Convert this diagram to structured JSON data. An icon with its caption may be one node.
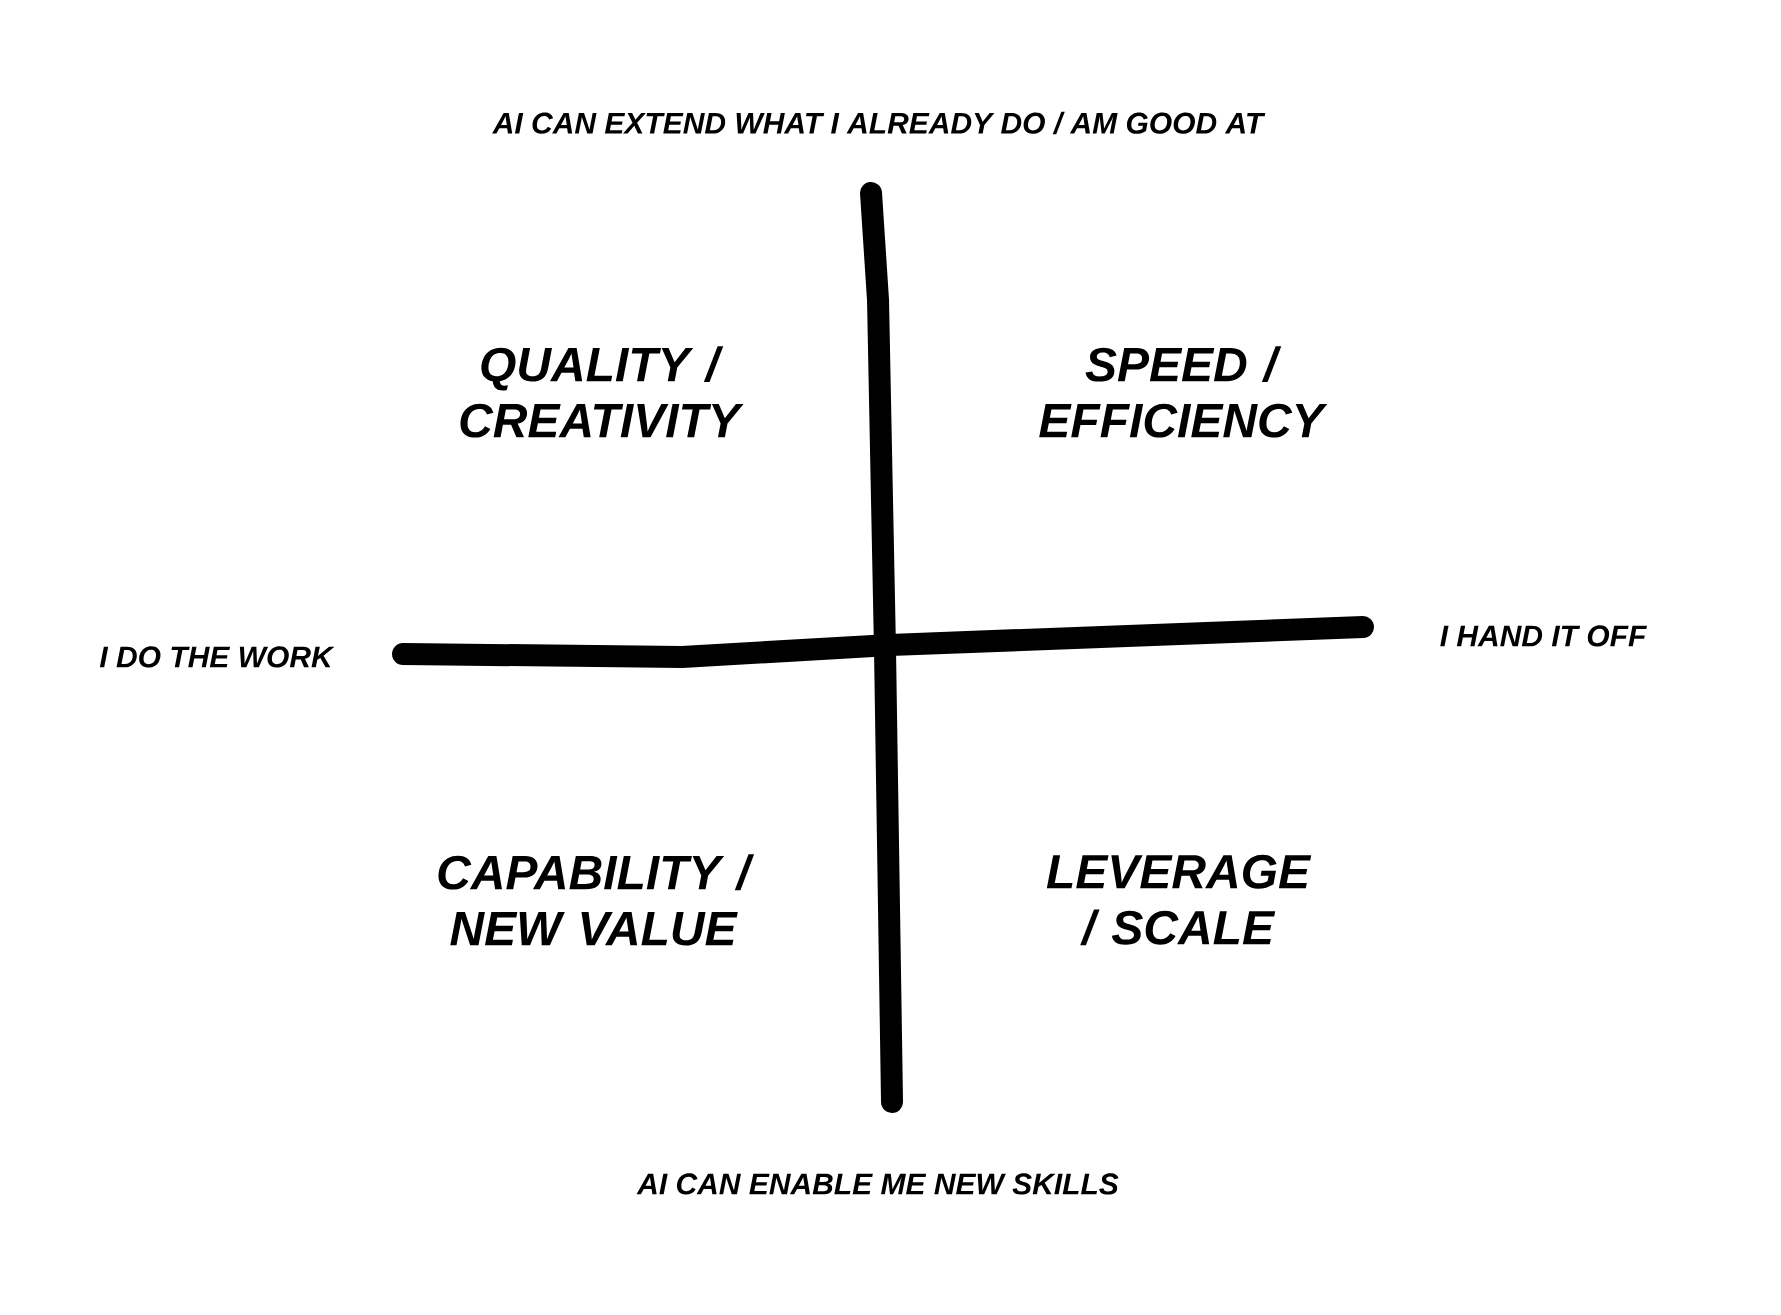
{
  "diagram": {
    "labels": [
      "AI CAN EXTEND WHAT I ALREADY DO / AM GOOD AT",
      "QUALITY / CREATIVITY",
      "SPEED / EFFICIENCY",
      "I DO THE WORK",
      "I HAND IT OFF",
      "CAPABILITY / NEW VALUE",
      "LEVERAGE / SCALE",
      "AI CAN ENABLE ME NEW SKILLS"
    ]
  }
}
